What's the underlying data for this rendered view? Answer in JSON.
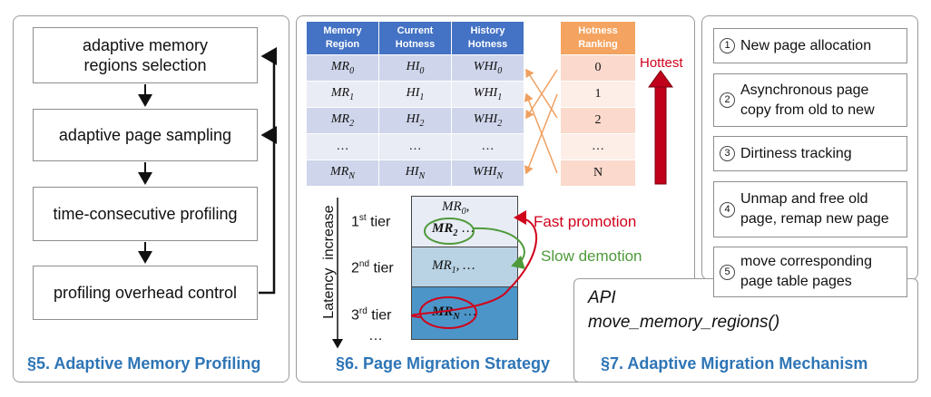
{
  "profiling": {
    "steps": [
      "adaptive memory regions selection",
      "adaptive page sampling",
      "time-consecutive profiling",
      "profiling overhead control"
    ],
    "title": "§5. Adaptive Memory Profiling"
  },
  "migration": {
    "table_headers": [
      "Memory Region",
      "Current Hotness",
      "History Hotness"
    ],
    "rows": [
      {
        "mr": "MR",
        "mr_sub": "0",
        "hi": "HI",
        "hi_sub": "0",
        "whi": "WHI",
        "whi_sub": "0"
      },
      {
        "mr": "MR",
        "mr_sub": "1",
        "hi": "HI",
        "hi_sub": "1",
        "whi": "WHI",
        "whi_sub": "1"
      },
      {
        "mr": "MR",
        "mr_sub": "2",
        "hi": "HI",
        "hi_sub": "2",
        "whi": "WHI",
        "whi_sub": "2"
      },
      {
        "mr": "…",
        "mr_sub": "",
        "hi": "…",
        "hi_sub": "",
        "whi": "…",
        "whi_sub": ""
      },
      {
        "mr": "MR",
        "mr_sub": "N",
        "hi": "HI",
        "hi_sub": "N",
        "whi": "WHI",
        "whi_sub": "N"
      }
    ],
    "ranking_header": "Hotness Ranking",
    "ranking": [
      "0",
      "1",
      "2",
      "…",
      "N"
    ],
    "hottest_label": "Hottest",
    "latency_label": "Latency  increase",
    "tiers": [
      {
        "num": "1",
        "suffix": "st",
        "word": " tier"
      },
      {
        "num": "2",
        "suffix": "nd",
        "word": " tier"
      },
      {
        "num": "3",
        "suffix": "rd",
        "word": " tier"
      }
    ],
    "tier_more": "…",
    "tier1_top": "MR",
    "tier1_top_sub": "0",
    "tier1_top_tail": ",",
    "tier1_circled": "MR",
    "tier1_circled_sub": "2",
    "tier1_tail": " …",
    "tier2": "MR",
    "tier2_sub": "1",
    "tier2_tail": ", …",
    "tier3_circled": "MR",
    "tier3_circled_sub": "N",
    "tier3_tail": " …",
    "fast_promotion": "Fast promotion",
    "slow_demotion": "Slow demotion",
    "title": "§6. Page Migration Strategy",
    "colors": {
      "promotion": "#d0021b",
      "demotion": "#4e9a3a",
      "tier1": "#e8ecf5",
      "tier2": "#b9d3e4",
      "tier3": "#4b95c8"
    }
  },
  "mechanism": {
    "steps": [
      {
        "num": "1",
        "text": "New page allocation"
      },
      {
        "num": "2",
        "text": "Asynchronous page copy from old to new"
      },
      {
        "num": "3",
        "text": "Dirtiness tracking"
      },
      {
        "num": "4",
        "text": "Unmap and free old page, remap new page"
      },
      {
        "num": "5",
        "text": "move corresponding page table pages"
      }
    ],
    "api_label": "API",
    "api_call": "move_memory_regions()",
    "title": "§7. Adaptive Migration Mechanism"
  }
}
